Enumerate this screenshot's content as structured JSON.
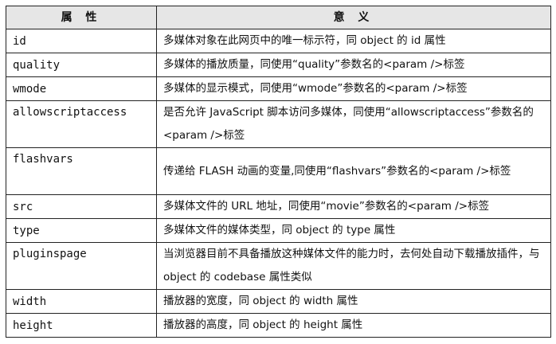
{
  "table": {
    "headers": [
      "属 性",
      "意 义"
    ],
    "rows": [
      {
        "attr": "id",
        "desc": "多媒体对象在此网页中的唯一标示符，同 object 的 id 属性"
      },
      {
        "attr": "quality",
        "desc": "多媒体的播放质量，同使用“quality”参数名的<param />标签"
      },
      {
        "attr": "wmode",
        "desc": "多媒体的显示模式，同使用“wmode”参数名的<param />标签"
      },
      {
        "attr": "allowscriptaccess",
        "desc": "是否允许 JavaScript 脚本访问多媒体，同使用“allowscriptaccess”参数名的<param />标签"
      },
      {
        "attr": "flashvars",
        "desc": "传递给 FLASH 动画的变量,同使用“flashvars”参数名的<param />标签"
      },
      {
        "attr": "src",
        "desc": "多媒体文件的 URL 地址，同使用“movie”参数名的<param />标签"
      },
      {
        "attr": "type",
        "desc": "多媒体文件的媒体类型，同 object 的 type 属性"
      },
      {
        "attr": "pluginspage",
        "desc": "当浏览器目前不具备播放这种媒体文件的能力时，去何处自动下载播放插件，与 object 的 codebase 属性类似"
      },
      {
        "attr": "width",
        "desc": "播放器的宽度，同 object 的 width 属性"
      },
      {
        "attr": "height",
        "desc": "播放器的高度，同 object 的 height 属性"
      }
    ]
  }
}
